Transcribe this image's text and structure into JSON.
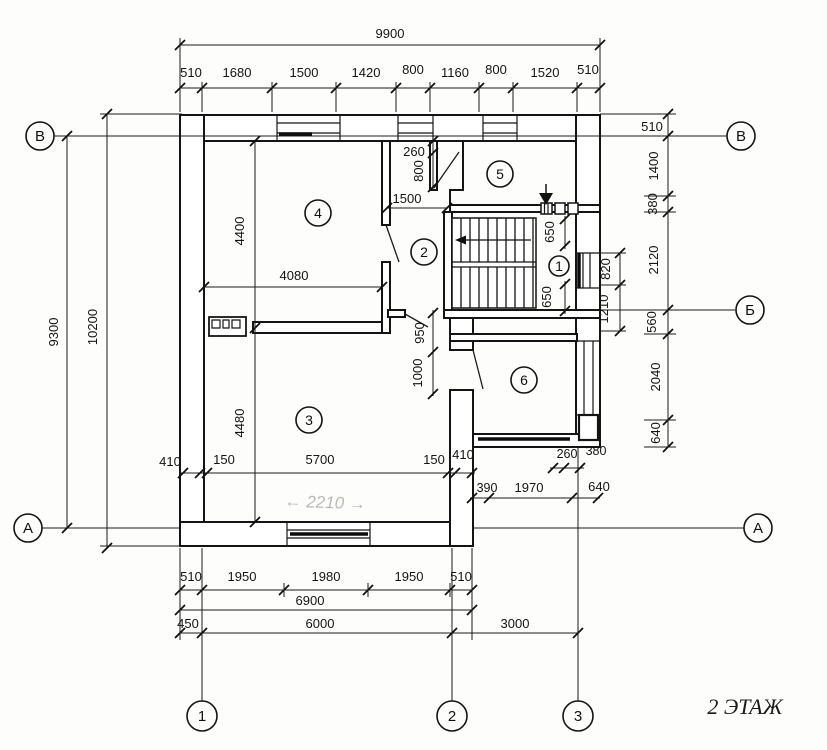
{
  "title": "2 ЭТАЖ",
  "axis_labels": {
    "v_top_left": "В",
    "v_top_right": "В",
    "b_right": "Б",
    "a_left": "А",
    "a_right": "А",
    "col1": "1",
    "col2": "2",
    "col3": "3"
  },
  "room_numbers": {
    "r1": "1",
    "r2": "2",
    "r3": "3",
    "r4": "4",
    "r5": "5",
    "r6": "6"
  },
  "dims": {
    "top_overall": "9900",
    "top_chain": [
      "510",
      "1680",
      "1500",
      "1420",
      "800",
      "1160",
      "800",
      "1520",
      "510"
    ],
    "left_outer": "10200",
    "left_inner": "9300",
    "left_room_upper": "4400",
    "left_room_lower": "4480",
    "room4_width": "4080",
    "right_offset": "510",
    "right_chain": [
      "1400",
      "380",
      "2120",
      "560",
      "2040",
      "640"
    ],
    "right_inner": [
      "820",
      "1210"
    ],
    "niche": [
      "260",
      "800"
    ],
    "door_opening": "1500",
    "landing": [
      "650",
      "650"
    ],
    "passage": [
      "950",
      "1000"
    ],
    "bottom_inner": [
      "410",
      "150",
      "5700",
      "150",
      "410"
    ],
    "bottom_corner": [
      "260",
      "380"
    ],
    "bottom_right": [
      "390",
      "1970",
      "640"
    ],
    "bottom_chain": [
      "510",
      "1950",
      "1980",
      "1950",
      "510"
    ],
    "bottom_total": "6900",
    "bottom_base": [
      "450",
      "6000",
      "3000"
    ]
  },
  "pencil_note": "← 2210 →"
}
